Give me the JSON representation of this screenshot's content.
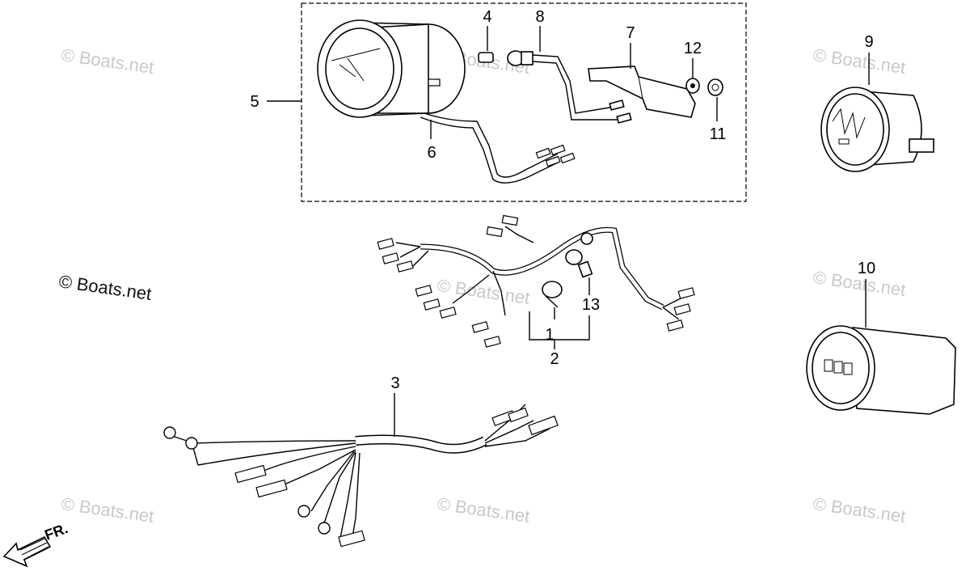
{
  "callouts": {
    "c1": "1",
    "c2": "2",
    "c3": "3",
    "c4": "4",
    "c5": "5",
    "c6": "6",
    "c7": "7",
    "c8": "8",
    "c9": "9",
    "c10": "10",
    "c11": "11",
    "c12": "12",
    "c13": "13"
  },
  "watermark": {
    "text": "© Boats.net"
  },
  "front_indicator": {
    "label": "FR."
  }
}
